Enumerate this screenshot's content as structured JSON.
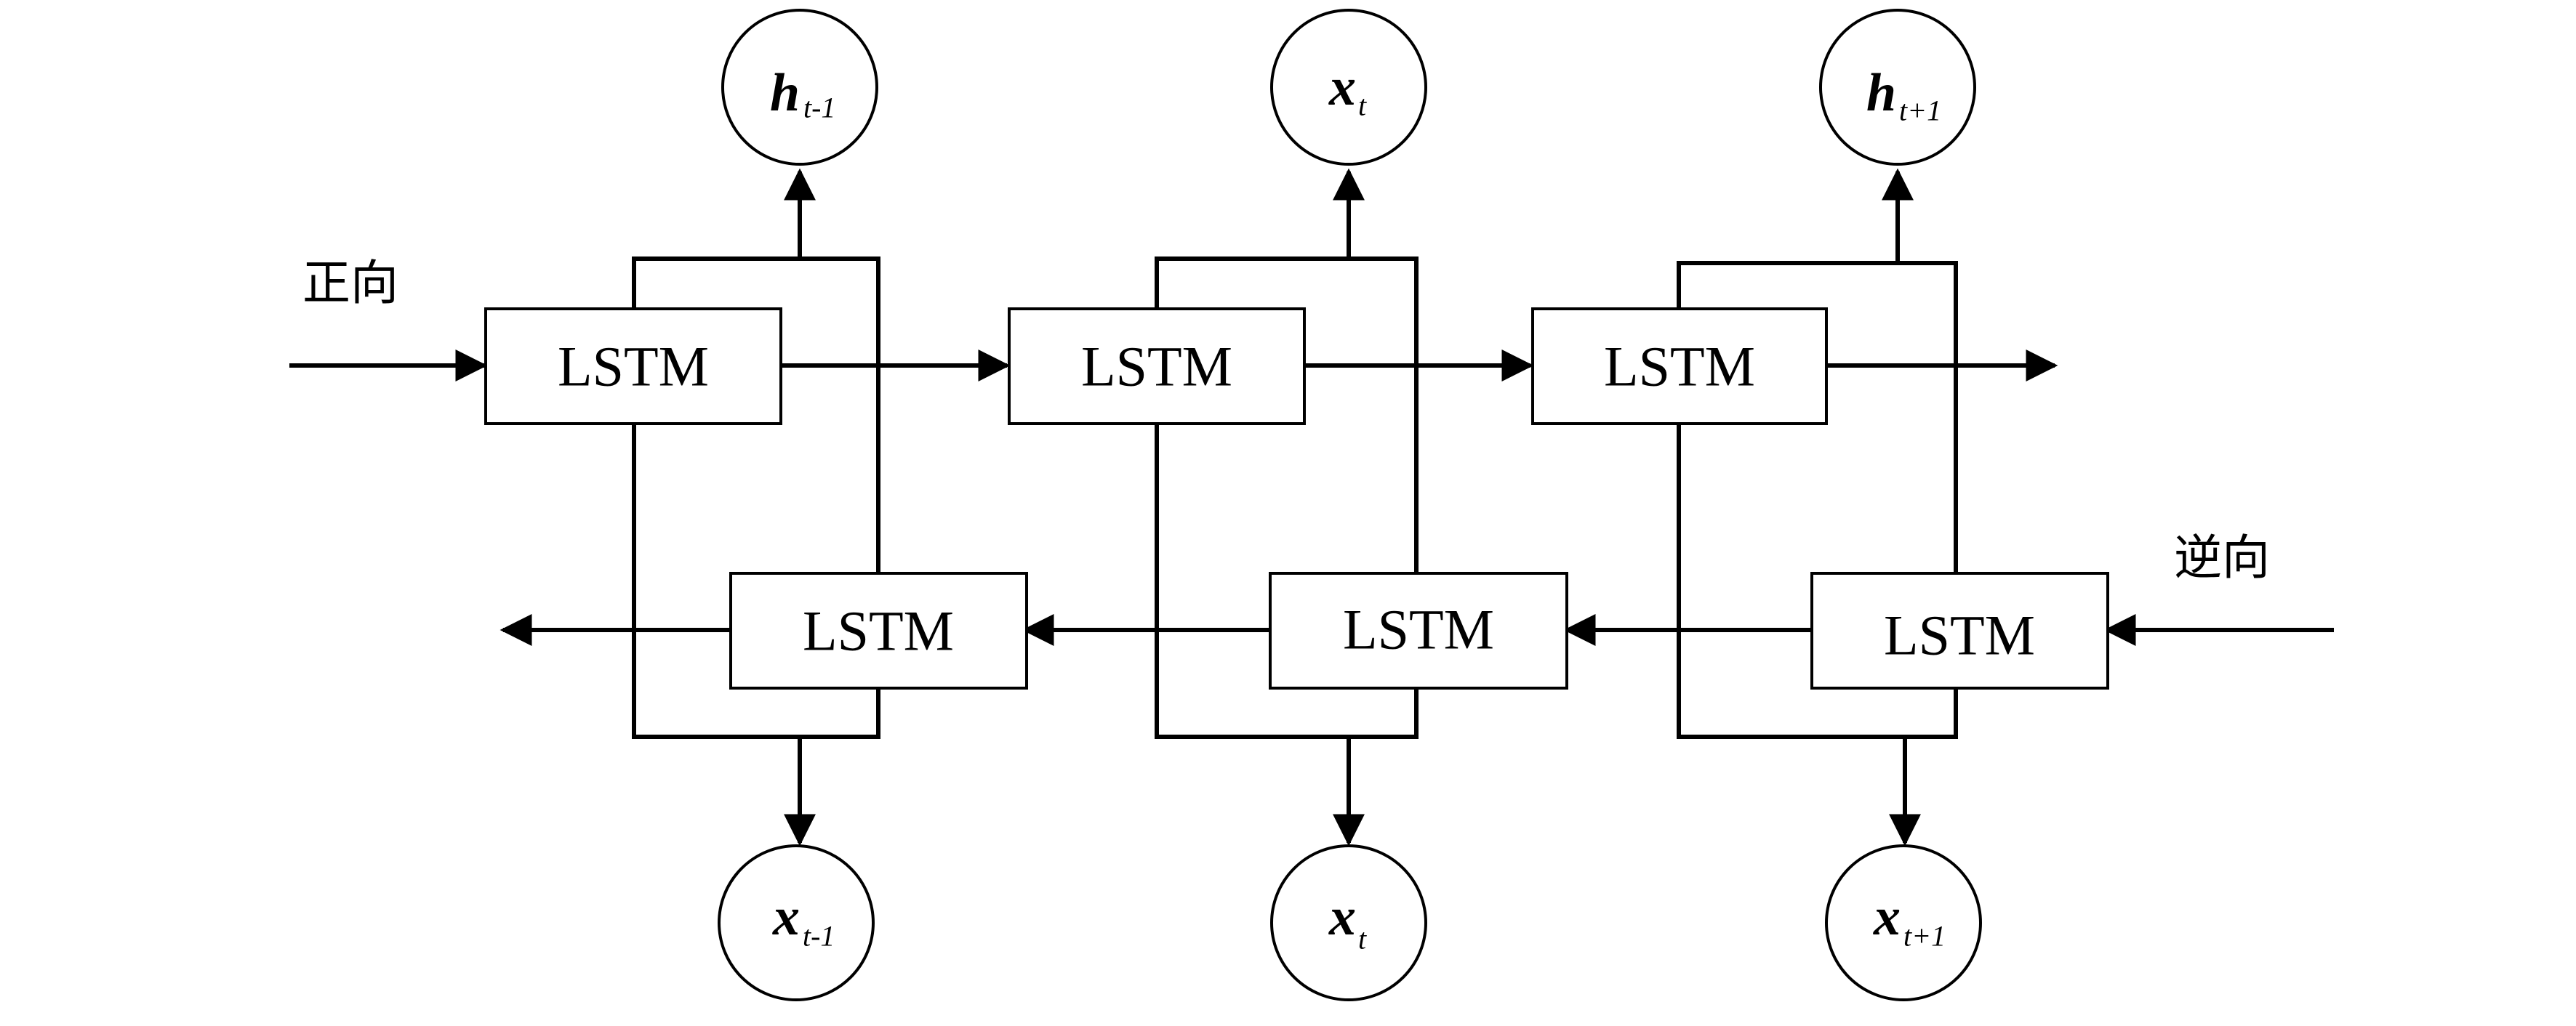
{
  "labels": {
    "forward": "正向",
    "backward": "逆向"
  },
  "lstm_label": "LSTM",
  "forward_cells": [
    {
      "label": "LSTM"
    },
    {
      "label": "LSTM"
    },
    {
      "label": "LSTM"
    }
  ],
  "backward_cells": [
    {
      "label": "LSTM"
    },
    {
      "label": "LSTM"
    },
    {
      "label": "LSTM"
    }
  ],
  "top_nodes": [
    {
      "var": "h",
      "sub": "t-1"
    },
    {
      "var": "x",
      "sub": "t"
    },
    {
      "var": "h",
      "sub": "t+1"
    }
  ],
  "bottom_nodes": [
    {
      "var": "x",
      "sub": "t-1"
    },
    {
      "var": "x",
      "sub": "t"
    },
    {
      "var": "x",
      "sub": "t+1"
    }
  ]
}
